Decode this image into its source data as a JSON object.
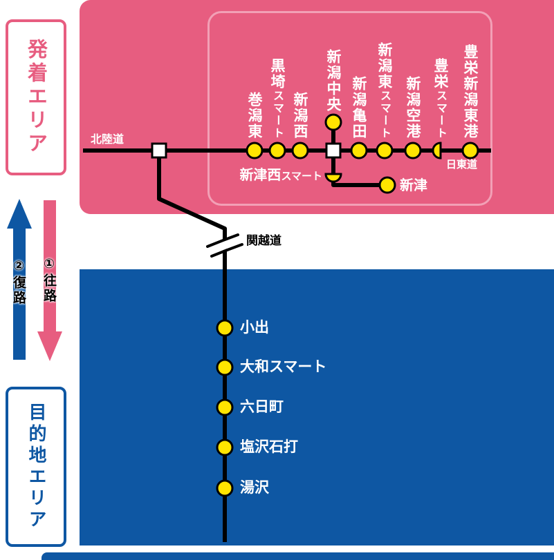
{
  "areas": {
    "departure": {
      "label": "発着エリア"
    },
    "destination": {
      "label": "目的地エリア"
    }
  },
  "direction_arrows": {
    "outbound": {
      "label": "①往路"
    },
    "return": {
      "label": "②復路"
    }
  },
  "expressways": {
    "hokuriku": {
      "label": "北陸道"
    },
    "nitto": {
      "label": "日東道"
    },
    "kanetsu": {
      "label": "関越道"
    }
  },
  "hokuriku_line": {
    "stations": [
      {
        "main": "巻潟東",
        "suffix": ""
      },
      {
        "main": "黒埼",
        "suffix": "スマート"
      },
      {
        "main": "新潟西",
        "suffix": ""
      },
      {
        "main": "新潟中央",
        "suffix": ""
      },
      {
        "main": "新潟亀田",
        "suffix": ""
      },
      {
        "main": "新潟東",
        "suffix": "スマート"
      },
      {
        "main": "新潟空港",
        "suffix": ""
      },
      {
        "main": "豊栄",
        "suffix": "スマート"
      },
      {
        "main": "豊栄新潟東港",
        "suffix": ""
      }
    ]
  },
  "branch_line": {
    "niitsu_nishi": {
      "main": "新津西",
      "suffix": "スマート"
    },
    "niitsu": {
      "label": "新津"
    }
  },
  "kanetsu_line": {
    "stations": [
      {
        "label": "小出"
      },
      {
        "label": "大和スマート"
      },
      {
        "label": "六日町"
      },
      {
        "label": "塩沢石打"
      },
      {
        "label": "湯沢"
      }
    ]
  },
  "colors": {
    "area_pink": "#e75d80",
    "area_pink_light_outline": "#f2a0b6",
    "area_blue": "#0e57a3",
    "station_yellow": "#ffe400",
    "road_black": "#000000"
  }
}
